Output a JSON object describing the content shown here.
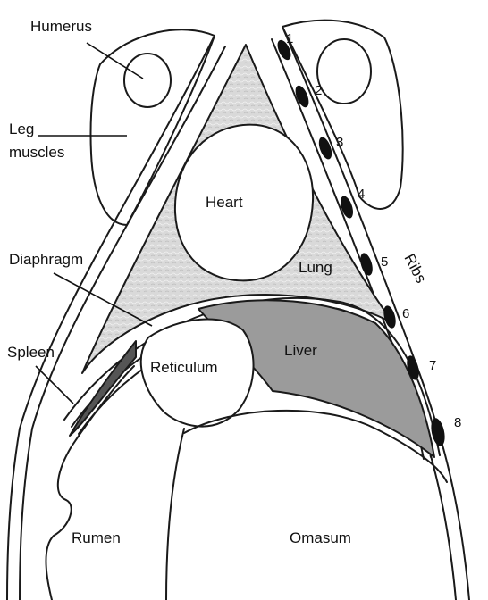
{
  "labels": {
    "humerus": "Humerus",
    "leg_muscles_1": "Leg",
    "leg_muscles_2": "muscles",
    "heart": "Heart",
    "lung": "Lung",
    "diaphragm": "Diaphragm",
    "liver": "Liver",
    "spleen": "Spleen",
    "reticulum": "Reticulum",
    "ribs": "Ribs",
    "rumen": "Rumen",
    "omasum": "Omasum"
  },
  "rib_numbers": [
    "1",
    "2",
    "3",
    "4",
    "5",
    "6",
    "7",
    "8"
  ],
  "colors": {
    "lung_fill": "#d9d9d9",
    "liver_fill": "#9b9b9b",
    "spleen_fill": "#555555",
    "rib_fill": "#111111",
    "line": "#1a1a1a"
  }
}
